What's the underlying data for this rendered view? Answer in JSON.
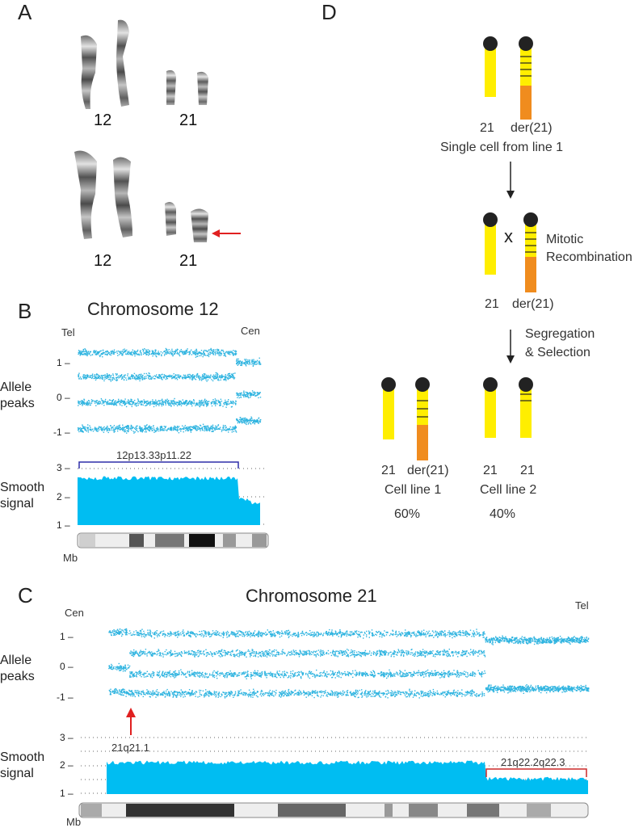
{
  "colors": {
    "allele_dots": "#2fb4e0",
    "smooth_fill": "#00bdf2",
    "bracket_blue": "#2e2ea8",
    "bracket_red": "#cc2a2a",
    "arrow_red": "#e02020",
    "chrom_yellow": "#ffee00",
    "chrom_orange": "#f08c1e",
    "centromere": "#222222"
  },
  "panels": {
    "a": "A",
    "b": "B",
    "c": "C",
    "d": "D"
  },
  "panel_a": {
    "top_labels": [
      "12",
      "21"
    ],
    "bottom_labels": [
      "12",
      "21"
    ]
  },
  "panel_b": {
    "title": "Chromosome 12",
    "left_end": "Tel",
    "right_end": "Cen",
    "allele_label_1": "Allele",
    "allele_label_2": "peaks",
    "allele_ticks": [
      "1 –",
      "0 –",
      "-1 –"
    ],
    "smooth_label_1": "Smooth",
    "smooth_label_2": "signal",
    "smooth_ticks": [
      "3 –",
      "2 –",
      "1 –"
    ],
    "region_label": "12p13.33p11.22",
    "mb_label": "Mb"
  },
  "panel_c": {
    "title": "Chromosome 21",
    "left_end": "Cen",
    "right_end": "Tel",
    "allele_label_1": "Allele",
    "allele_label_2": "peaks",
    "allele_ticks": [
      "1 –",
      "0 –",
      "-1 –"
    ],
    "smooth_label_1": "Smooth",
    "smooth_label_2": "signal",
    "smooth_ticks": [
      "3 –",
      "2 –",
      "1 –"
    ],
    "breakpoint_label": "21q21.1",
    "region_label": "21q22.2q22.3",
    "mb_label": "Mb"
  },
  "panel_d": {
    "step1_left": "21",
    "step1_right": "der(21)",
    "step1_caption": "Single cell from line 1",
    "step2_cross": "x",
    "step2_note_1": "Mitotic",
    "step2_note_2": "Recombination",
    "step2_left": "21",
    "step2_right": "der(21)",
    "step3_note_1": "Segregation",
    "step3_note_2": "& Selection",
    "line1_left": "21",
    "line1_right": "der(21)",
    "line1_name": "Cell line 1",
    "line1_pct": "60%",
    "line2_left": "21",
    "line2_right": "21",
    "line2_name": "Cell line 2",
    "line2_pct": "40%"
  }
}
